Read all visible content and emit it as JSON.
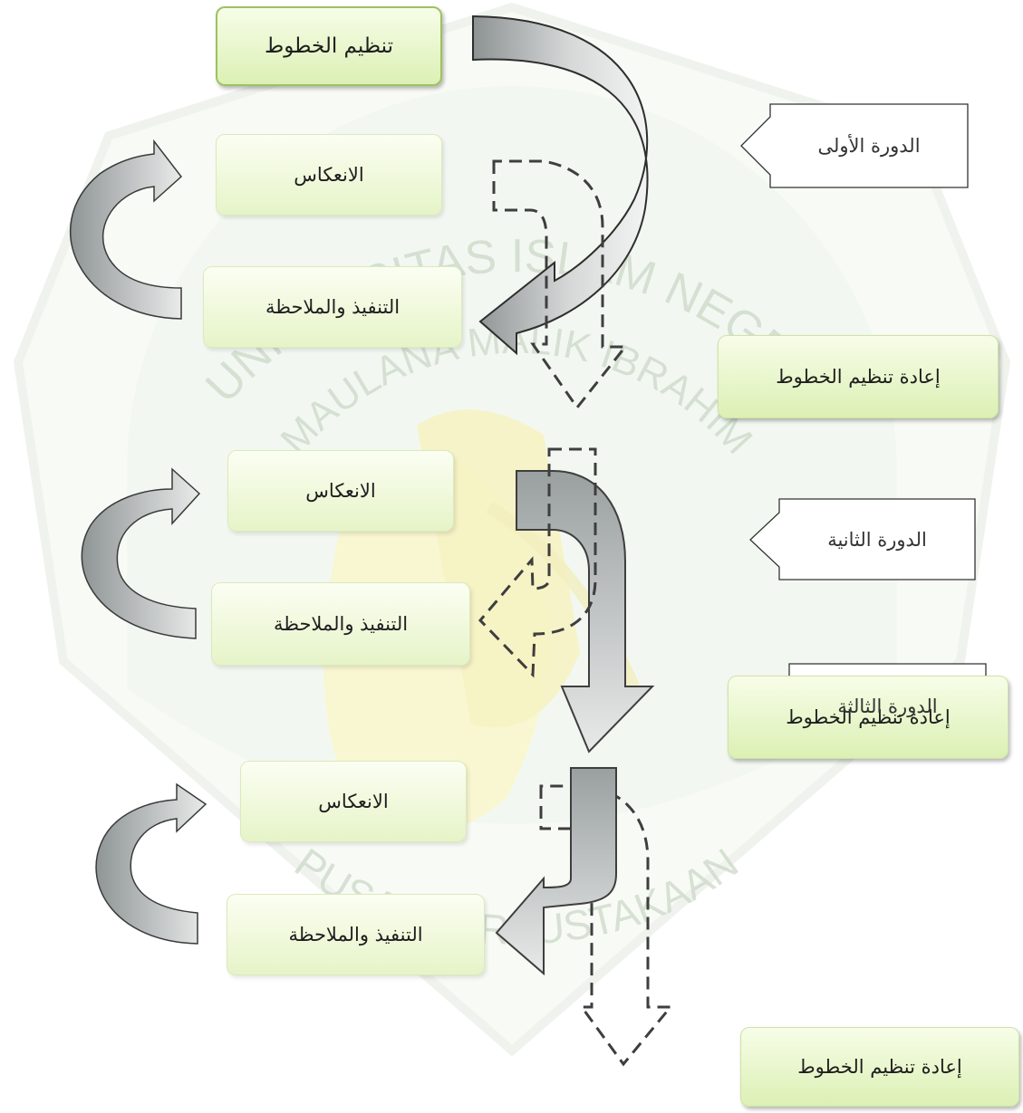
{
  "diagram": {
    "start_box": "تنظيم الخطوط",
    "cycles": [
      {
        "label": "الدورة الأولى",
        "reflection": "الانعكاس",
        "action_observation": "التنفيذ والملاحظة",
        "replan": "إعادة تنظيم الخطوط"
      },
      {
        "label": "الدورة الثانية",
        "reflection": "الانعكاس",
        "action_observation": "التنفيذ والملاحظة",
        "replan": "إعادة تنظيم الخطوط"
      },
      {
        "label": "الدورة الثالثة",
        "reflection": "الانعكاس",
        "action_observation": "التنفيذ والملاحظة",
        "replan": "إعادة تنظيم الخطوط"
      }
    ]
  },
  "watermark": {
    "arc_top": "UNIVERSITAS ISLAM NEGERI",
    "arc_mid": "MAULANA MALIK IBRAHIM",
    "arc_bottom": "PUSAT PERPUSTAKAAN"
  },
  "colors": {
    "box_fill_top": "#f7fde8",
    "box_fill_bottom": "#dcf0b4",
    "box_border": "#9cc260",
    "arrow_fill": "#b9bdbd",
    "arrow_stroke": "#3c3c3c"
  }
}
